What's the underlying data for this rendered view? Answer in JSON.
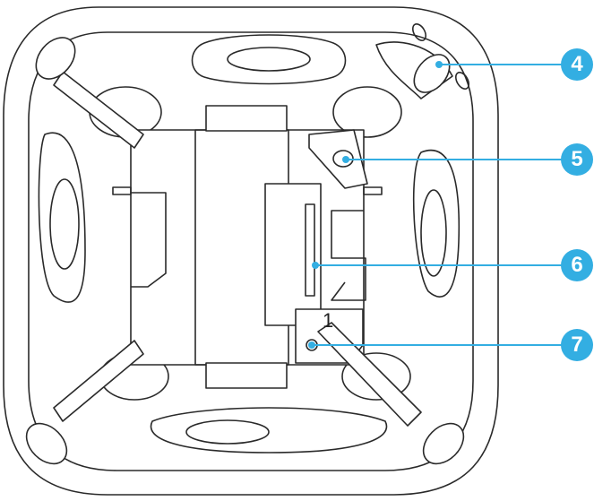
{
  "diagram": {
    "part_label": "1",
    "callouts": [
      {
        "number": "4"
      },
      {
        "number": "5"
      },
      {
        "number": "6"
      },
      {
        "number": "7"
      }
    ],
    "accent_color": "#33aee2"
  }
}
